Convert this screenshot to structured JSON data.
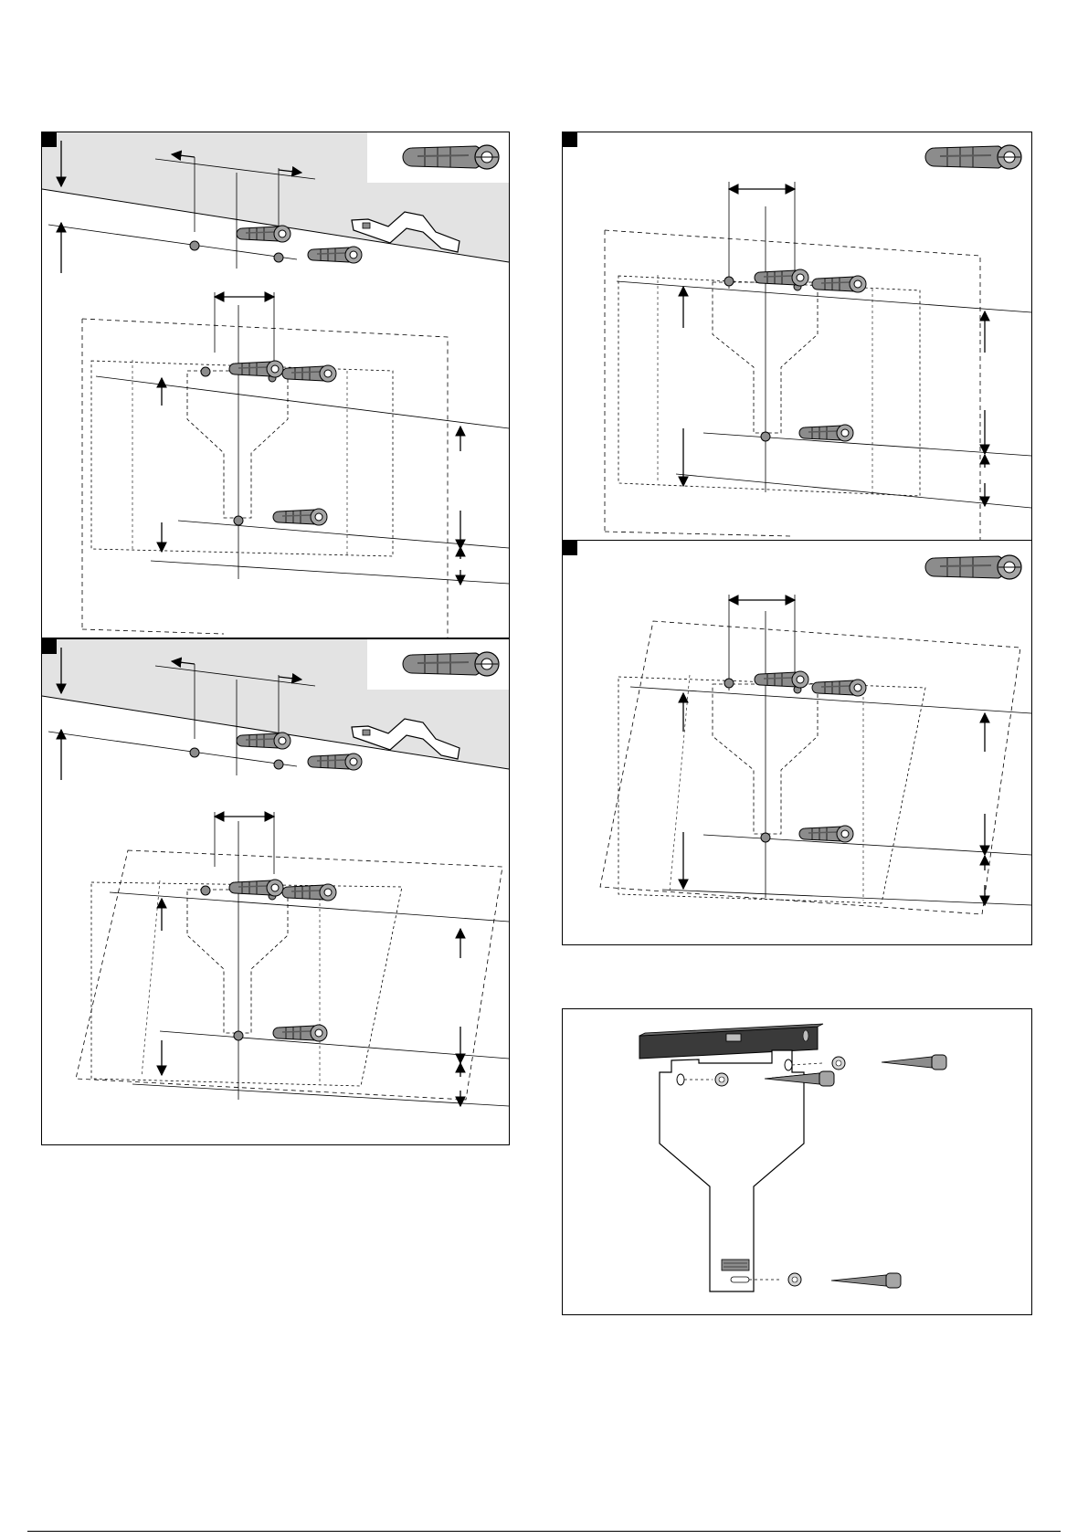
{
  "document": {
    "type": "installation-diagram",
    "panels": [
      {
        "id": "panel-1",
        "variant": "ceiling-straight",
        "marker": true,
        "anchor_icon": "wall-plug-icon"
      },
      {
        "id": "panel-2",
        "variant": "ceiling-slanted",
        "marker": true,
        "anchor_icon": "wall-plug-icon"
      },
      {
        "id": "panel-3",
        "variant": "wall-straight",
        "marker": true,
        "anchor_icon": "wall-plug-icon"
      },
      {
        "id": "panel-4",
        "variant": "wall-slanted",
        "marker": true,
        "anchor_icon": "wall-plug-icon"
      },
      {
        "id": "panel-5",
        "variant": "bracket-leveling",
        "marker": false,
        "parts": [
          "spirit-level-icon",
          "mounting-bracket-icon",
          "washer-icon",
          "screw-icon"
        ]
      }
    ],
    "colors": {
      "stroke": "#000000",
      "ceiling_fill": "#e3e3e3",
      "plug_fill": "#8c8c8c",
      "plug_dark": "#5a5a5a",
      "level_fill": "#3a3a3a",
      "bracket_fill": "#ffffff"
    }
  }
}
